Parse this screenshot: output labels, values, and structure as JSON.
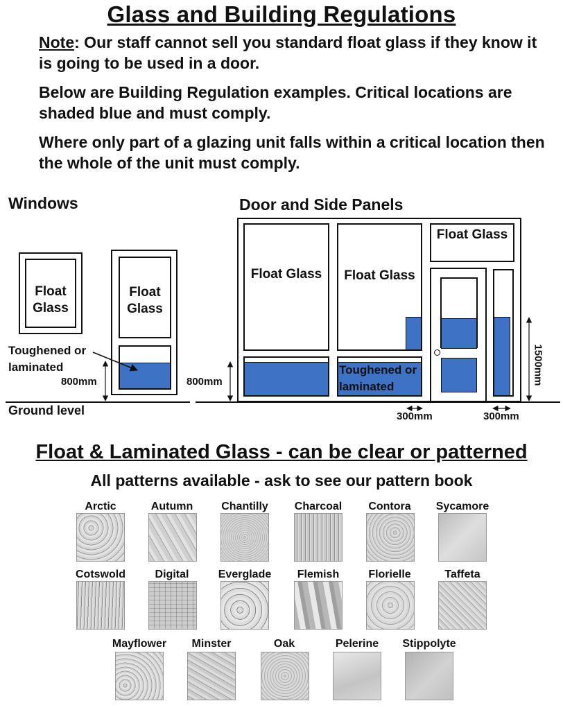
{
  "title": "Glass and Building Regulations",
  "note": {
    "label": "Note",
    "text": ": Our staff cannot sell you standard float glass if they know it is going to be used in a door."
  },
  "paragraph_examples": "Below are Building Regulation examples. Critical locations are shaded blue and must comply.",
  "paragraph_partial": "Where only part of a glazing unit falls within a critical location then the whole of the unit must comply.",
  "windows": {
    "heading": "Windows",
    "float_glass_1": "Float Glass",
    "float_glass_2": "Float Glass",
    "toughened_label": "Toughened or laminated",
    "height_label": "800mm",
    "ground_label": "Ground level"
  },
  "doors": {
    "heading": "Door and Side Panels",
    "height_label": "800mm",
    "float_glass_1": "Float Glass",
    "float_glass_2": "Float Glass",
    "float_glass_top": "Float Glass",
    "toughened_label": "Toughened or laminated",
    "tall_label": "1500mm",
    "gap_label_1": "300mm",
    "gap_label_2": "300mm"
  },
  "colors": {
    "critical": "#3d72c4"
  },
  "patterns": {
    "heading": "Float & Laminated Glass - can be clear or patterned",
    "subheading": "All patterns available - ask to see our pattern book",
    "row1": [
      "Arctic",
      "Autumn",
      "Chantilly",
      "Charcoal",
      "Contora",
      "Sycamore"
    ],
    "row2": [
      "Cotswold",
      "Digital",
      "Everglade",
      "Flemish",
      "Florielle",
      "Taffeta"
    ],
    "row3": [
      "Mayflower",
      "Minster",
      "Oak",
      "Pelerine",
      "Stippolyte"
    ]
  }
}
